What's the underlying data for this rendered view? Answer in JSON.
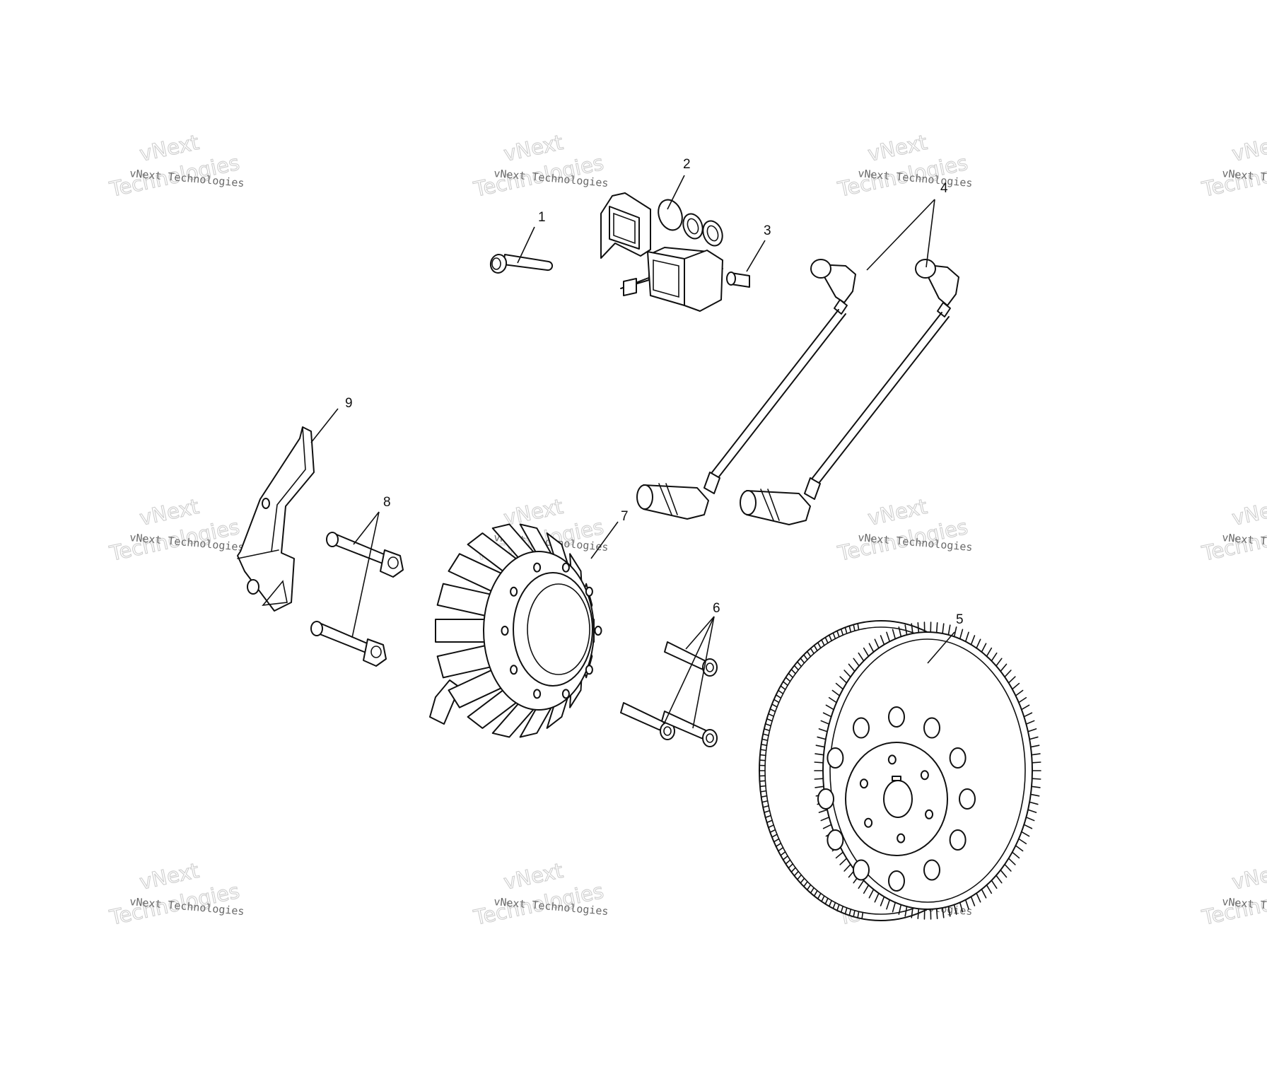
{
  "watermark": {
    "brand_small": "vNext Technologies",
    "brand_big_top": "vNext",
    "brand_big_bottom": "Technologies"
  },
  "callouts": [
    {
      "id": "1",
      "label": "1"
    },
    {
      "id": "2",
      "label": "2"
    },
    {
      "id": "3",
      "label": "3"
    },
    {
      "id": "4",
      "label": "4"
    },
    {
      "id": "5",
      "label": "5"
    },
    {
      "id": "6",
      "label": "6"
    },
    {
      "id": "7",
      "label": "7"
    },
    {
      "id": "8",
      "label": "8"
    },
    {
      "id": "9",
      "label": "9"
    }
  ]
}
